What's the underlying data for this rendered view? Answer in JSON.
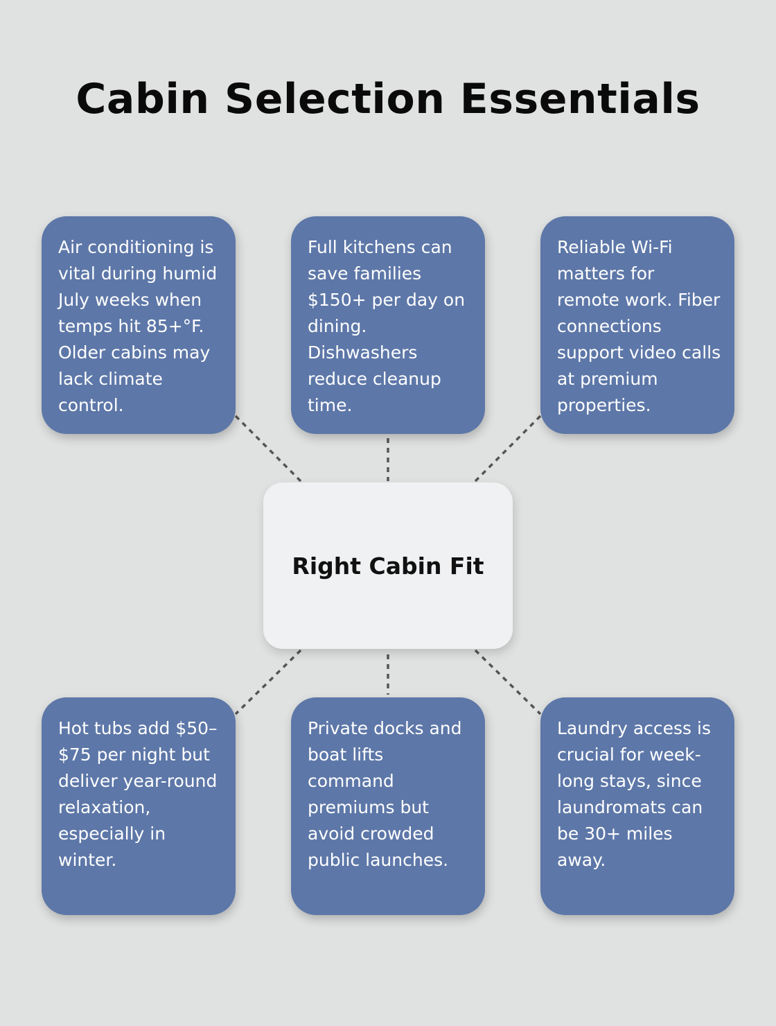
{
  "title": "Cabin Selection Essentials",
  "center": {
    "label": "Right Cabin Fit"
  },
  "cards": [
    {
      "text": "Air conditioning is vital during humid July weeks when temps hit 85+°F. Older cabins may lack climate control."
    },
    {
      "text": "Full kitchens can save families $150+ per day on dining. Dishwashers reduce cleanup time."
    },
    {
      "text": "Reliable Wi-Fi matters for remote work. Fiber connections support video calls at premium properties."
    },
    {
      "text": "Hot tubs add $50–$75 per night but deliver year-round relaxation, especially in winter."
    },
    {
      "text": "Private docks and boat lifts command premiums but avoid crowded public launches."
    },
    {
      "text": "Laundry access is crucial for week-long stays, since laundromats can be 30+ miles away."
    }
  ],
  "colors": {
    "background": "#e0e2e1",
    "card": "#5d77a8",
    "center": "#f0f1f2",
    "connector": "#555555"
  }
}
